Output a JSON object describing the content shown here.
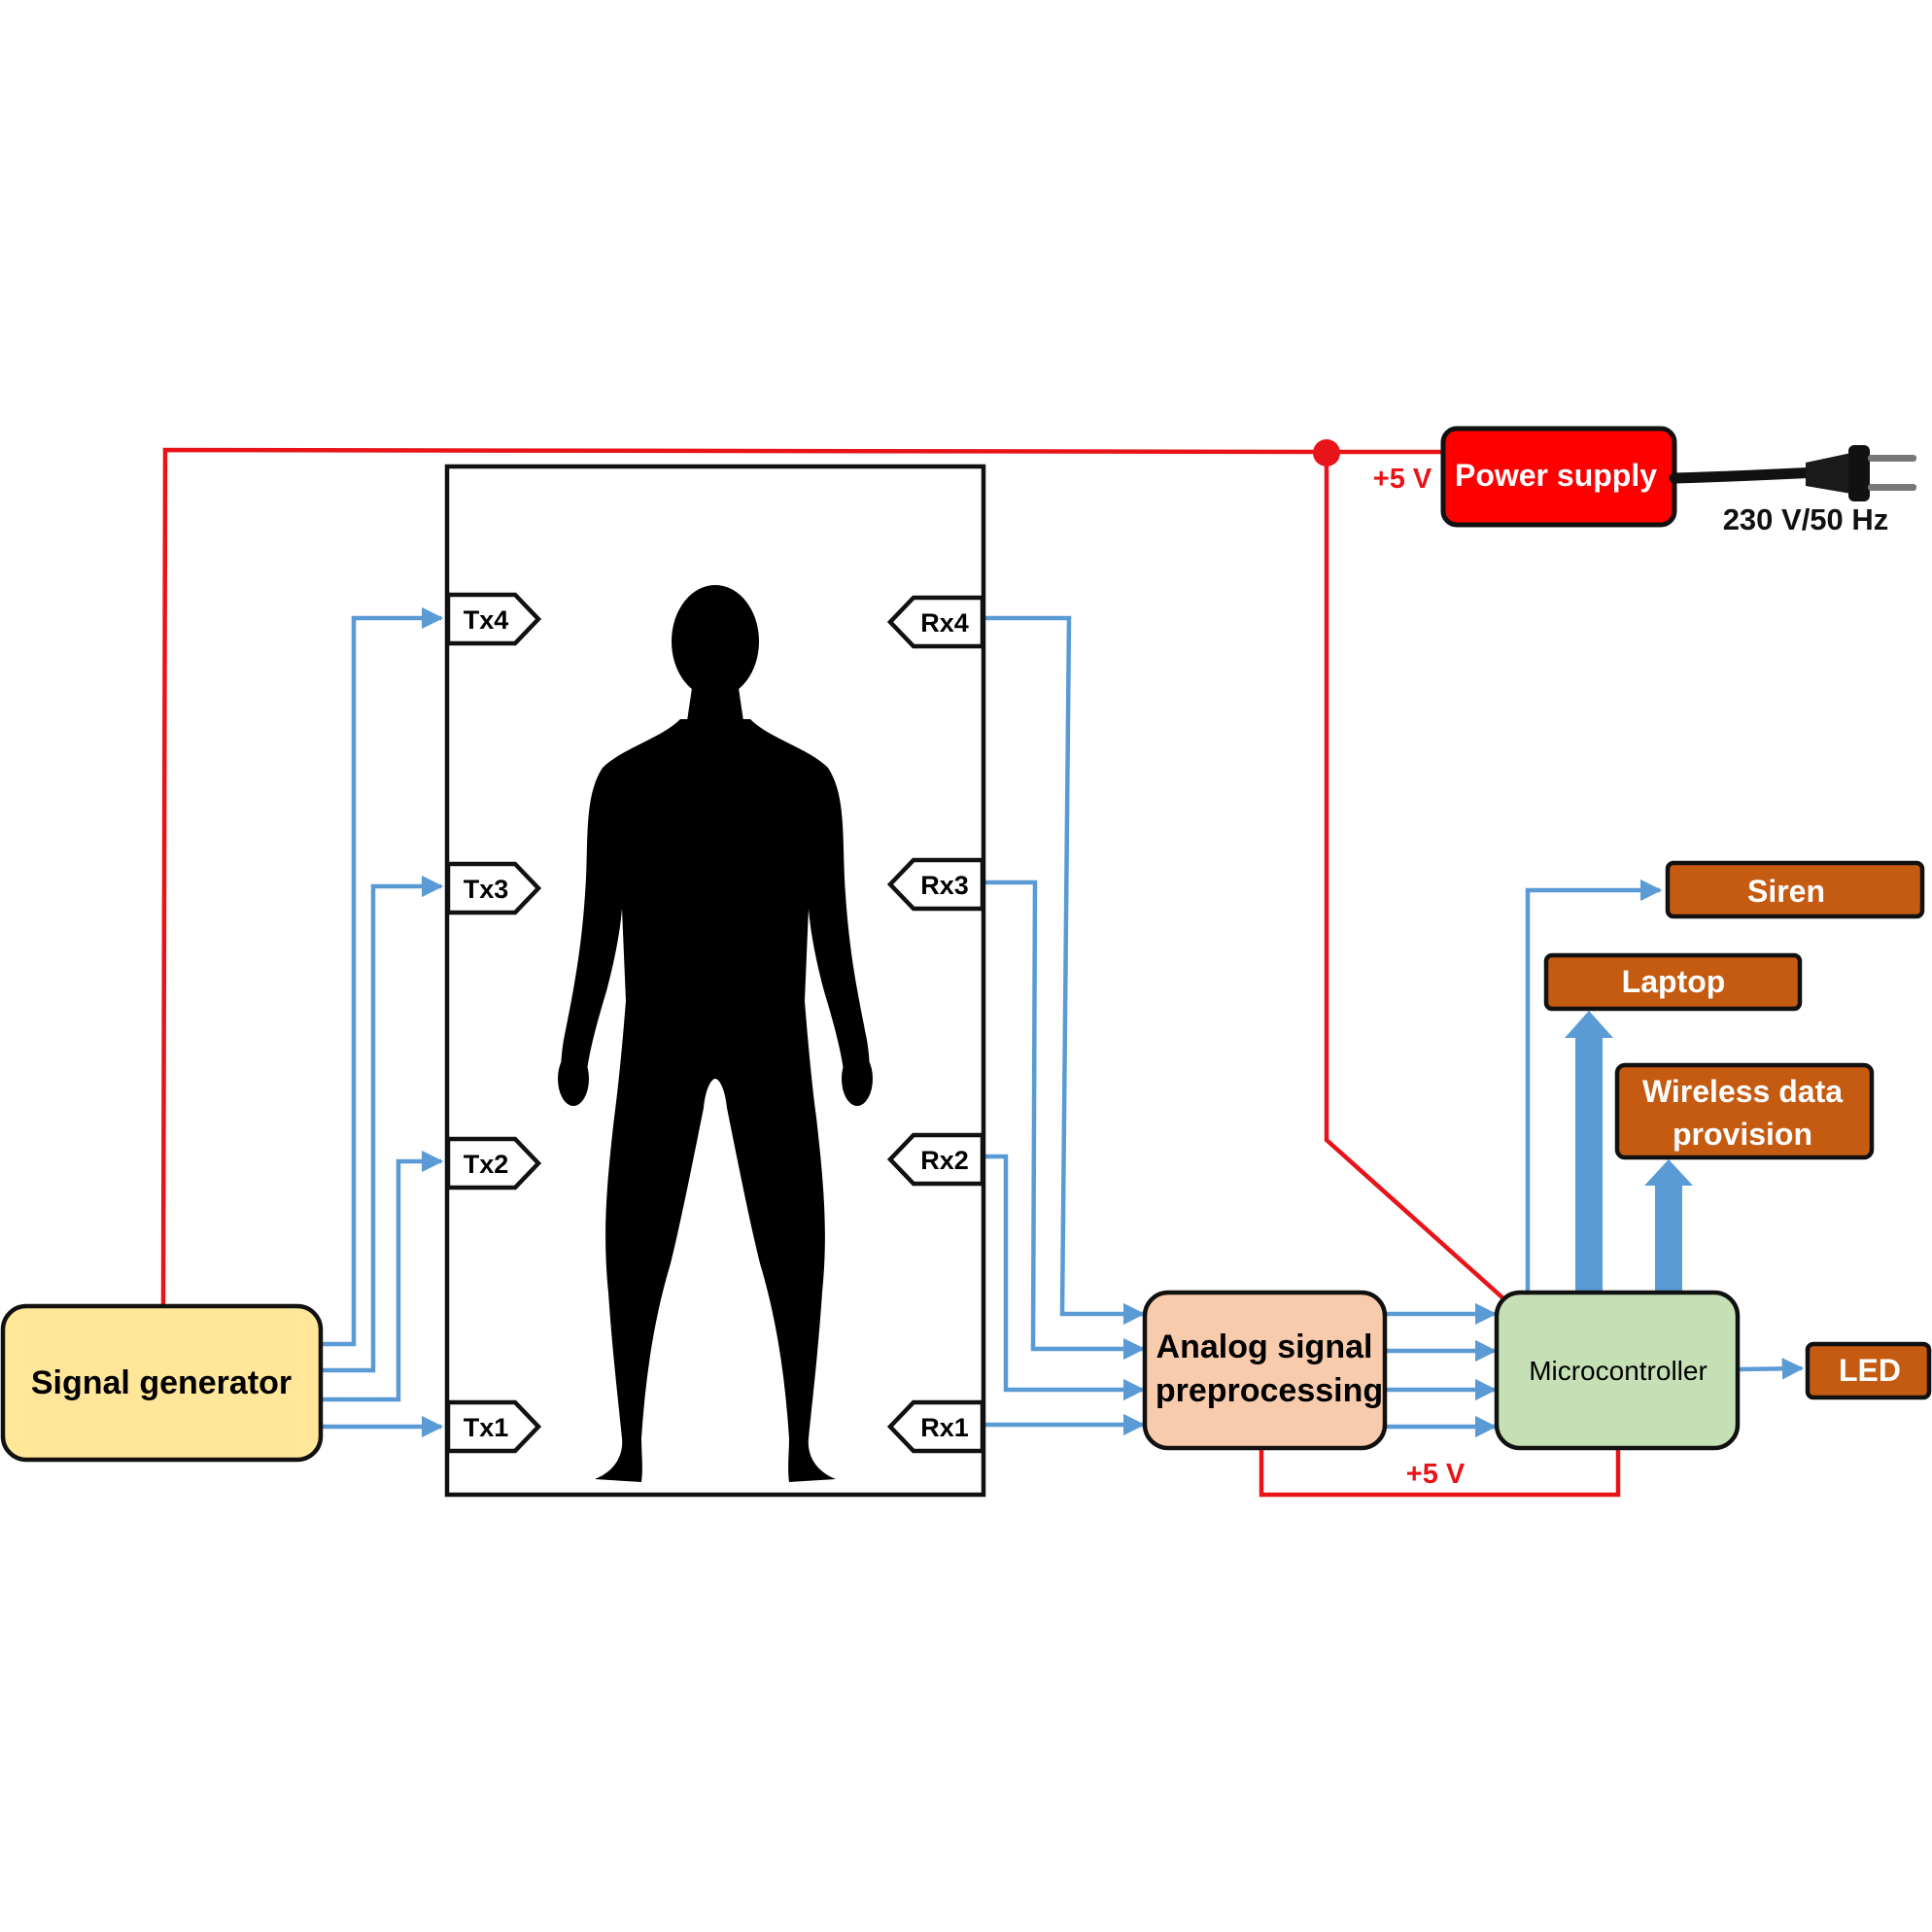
{
  "blocks": {
    "signal_generator": "Signal generator",
    "analog_preprocessing_line1": "Analog signal",
    "analog_preprocessing_line2": "preprocessing",
    "microcontroller": "Microcontroller",
    "power_supply": "Power supply"
  },
  "outputs": {
    "siren": "Siren",
    "laptop": "Laptop",
    "wireless_line1": "Wireless data",
    "wireless_line2": "provision",
    "led": "LED"
  },
  "transmitters": [
    "Tx4",
    "Tx3",
    "Tx2",
    "Tx1"
  ],
  "receivers": [
    "Rx4",
    "Rx3",
    "Rx2",
    "Rx1"
  ],
  "voltages": {
    "supply_rail": "+5 V",
    "bottom_rail": "+5 V",
    "mains": "230 V/50 Hz"
  },
  "colors": {
    "power_wire": "#e8141a",
    "signal_wire": "#5b9bd5",
    "signal_generator_fill": "#ffe699",
    "analog_fill": "#f8cbad",
    "microcontroller_fill": "#c5e0b4",
    "output_fill": "#c55a11",
    "power_supply_fill": "#ff0000"
  },
  "icons": {
    "human": "human-silhouette-icon",
    "plug": "power-plug-icon"
  }
}
